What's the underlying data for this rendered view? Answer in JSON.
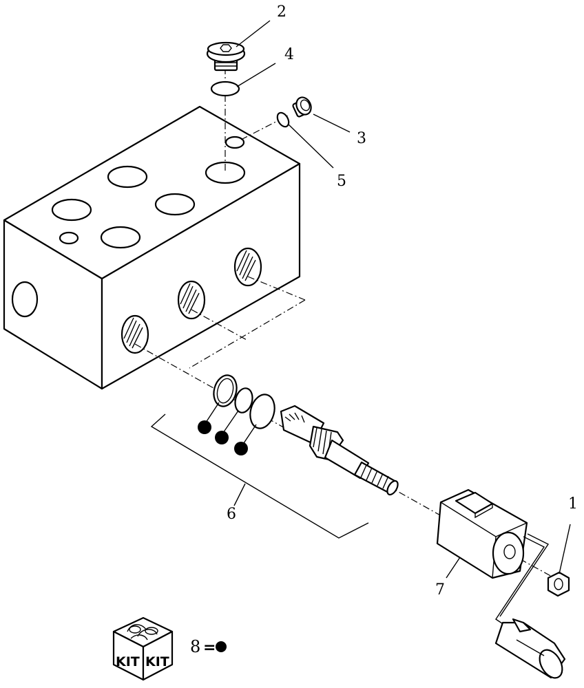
{
  "callouts": {
    "c1": "1",
    "c2": "2",
    "c3": "3",
    "c4": "4",
    "c5": "5",
    "c6": "6",
    "c7": "7"
  },
  "legend": {
    "number": "8",
    "equals": "=",
    "kit_label_left": "KIT",
    "kit_label_right": "KIT",
    "dot_mark": "8"
  },
  "colors": {
    "ink": "#000000",
    "paper": "#ffffff"
  }
}
